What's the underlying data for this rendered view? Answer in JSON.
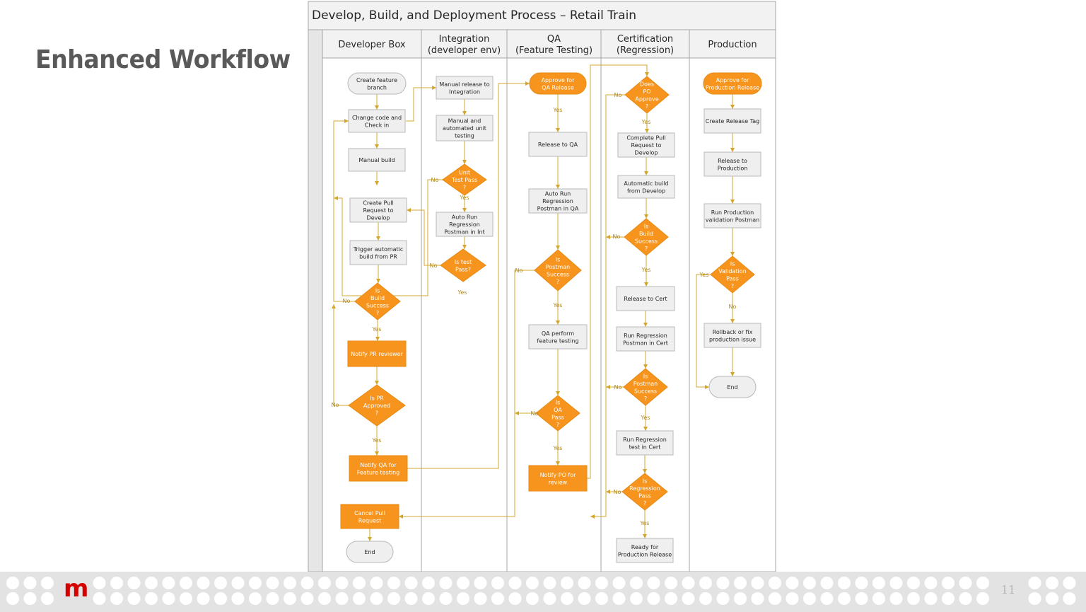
{
  "slide": {
    "title": "Enhanced Workflow",
    "page_number": "11",
    "logo_text": "m"
  },
  "diagram": {
    "title": "Develop, Build, and Deployment Process – Retail Train",
    "lanes": [
      {
        "l1": "Developer Box",
        "l2": ""
      },
      {
        "l1": "Integration",
        "l2": "(developer env)"
      },
      {
        "l1": "QA",
        "l2": "(Feature Testing)"
      },
      {
        "l1": "Certification",
        "l2": "(Regression)"
      },
      {
        "l1": "Production",
        "l2": ""
      }
    ],
    "nodes": {
      "dev_create_branch": [
        "Create feature",
        "branch"
      ],
      "dev_change_code": [
        "Change code and",
        "Check in"
      ],
      "dev_manual_build": [
        "Manual build"
      ],
      "dev_create_pr": [
        "Create Pull",
        "Request to",
        "Develop"
      ],
      "dev_trigger_build": [
        "Trigger automatic",
        "build from PR"
      ],
      "dev_is_build_success": [
        "Is",
        "Build",
        "Success",
        "?"
      ],
      "dev_notify_pr": [
        "Notify PR reviewer"
      ],
      "dev_is_pr_approved": [
        "Is PR",
        "Approved",
        "?"
      ],
      "dev_notify_qa": [
        "Notify QA for",
        "Feature testing"
      ],
      "dev_cancel_pr": [
        "Cancel Pull",
        "Request"
      ],
      "dev_end": [
        "End"
      ],
      "int_manual_release": [
        "Manual release to",
        "Integration"
      ],
      "int_testing": [
        "Manual and",
        "automated unit",
        "testing"
      ],
      "int_unit_test_pass": [
        "Unit",
        "Test Pass",
        "?"
      ],
      "int_auto_run": [
        "Auto Run",
        "Regression",
        "Postman in Int"
      ],
      "int_is_test_pass": [
        "Is test",
        "Pass?"
      ],
      "qa_approve_release": [
        "Approve for",
        "QA Release"
      ],
      "qa_release": [
        "Release to QA"
      ],
      "qa_auto_run": [
        "Auto Run",
        "Regression",
        "Postman in QA"
      ],
      "qa_postman_success": [
        "Is",
        "Postman",
        "Success",
        "?"
      ],
      "qa_perform": [
        "QA perform",
        "feature testing"
      ],
      "qa_is_pass": [
        "Is",
        "QA",
        "Pass",
        "?"
      ],
      "qa_notify_po": [
        "Notify PO for",
        "review"
      ],
      "cert_po_approve": [
        "Does",
        "PO",
        "Approve",
        "?"
      ],
      "cert_complete_pr": [
        "Complete Pull",
        "Request to",
        "Develop"
      ],
      "cert_auto_build": [
        "Automatic build",
        "from Develop"
      ],
      "cert_build_success": [
        "Is",
        "Build",
        "Success",
        "?"
      ],
      "cert_release": [
        "Release to Cert"
      ],
      "cert_run_postman": [
        "Run Regression",
        "Postman in Cert"
      ],
      "cert_postman_success": [
        "Is",
        "Postman",
        "Success",
        "?"
      ],
      "cert_run_test": [
        "Run Regression",
        "test in Cert"
      ],
      "cert_regression_pass": [
        "Is",
        "Regression",
        "Pass",
        "?"
      ],
      "cert_ready": [
        "Ready for",
        "Production Release"
      ],
      "prod_approve": [
        "Approve for",
        "Production Release"
      ],
      "prod_tag": [
        "Create Release Tag"
      ],
      "prod_release": [
        "Release to",
        "Production"
      ],
      "prod_validation": [
        "Run Production",
        "validation Postman"
      ],
      "prod_validation_pass": [
        "Is",
        "Validation",
        "Pass",
        "?"
      ],
      "prod_rollback": [
        "Rollback or fix",
        "production issue"
      ],
      "prod_end": [
        "End"
      ]
    },
    "edge_labels": {
      "yes": "Yes",
      "no": "No"
    },
    "colors": {
      "orange": "#f7941d",
      "gray_box": "#efefef",
      "line": "#d4a72c",
      "border": "#b8b8b8"
    }
  }
}
